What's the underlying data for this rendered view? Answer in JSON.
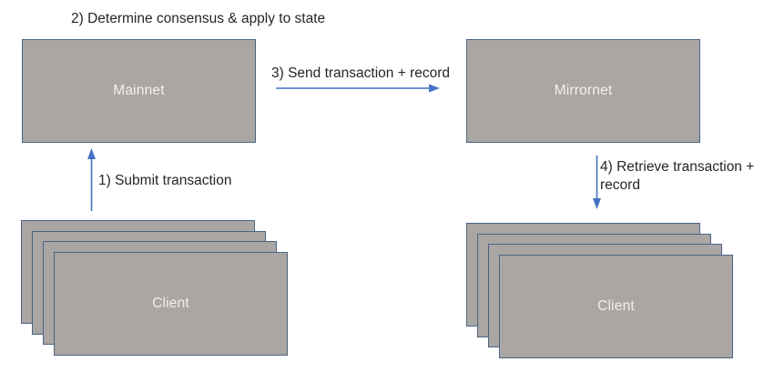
{
  "colors": {
    "box_fill": "#a9a6a4",
    "box_border": "#4d6485",
    "arrow": "#4472c4",
    "label_text": "#262626",
    "node_text": "#f2f0ee",
    "background": "#ffffff"
  },
  "nodes": {
    "mainnet": {
      "label": "Mainnet"
    },
    "mirrornet": {
      "label": "Mirrornet"
    },
    "client_left": {
      "label": "Client"
    },
    "client_right": {
      "label": "Client"
    }
  },
  "steps": {
    "step1": {
      "label": "1) Submit transaction"
    },
    "step2": {
      "label": "2) Determine consensus & apply to state"
    },
    "step3": {
      "label": "3) Send transaction + record"
    },
    "step4": {
      "label": "4) Retrieve transaction + record"
    }
  }
}
